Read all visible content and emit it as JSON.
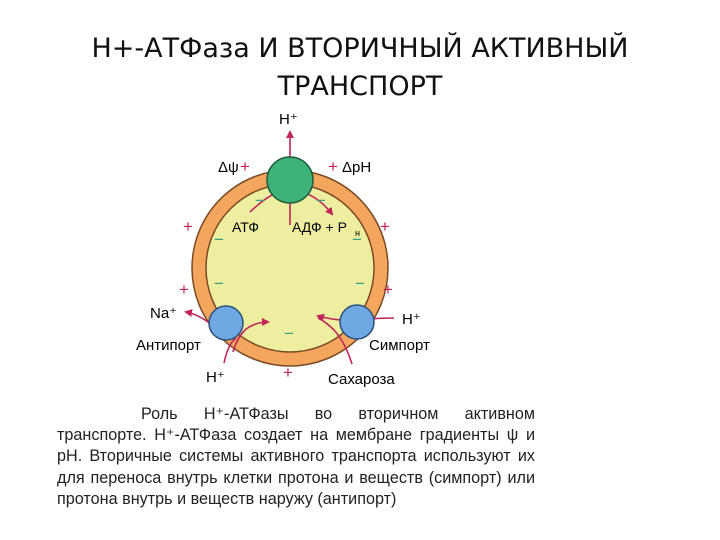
{
  "title": {
    "line1": "H+-АТФаза И ВТОРИЧНЫЙ АКТИВНЫЙ",
    "line2": "ТРАНСПОРТ"
  },
  "diagram": {
    "top_ion": "H⁺",
    "delta_psi": "Δψ",
    "delta_ph": "ΔpH",
    "atp": "АТФ",
    "adp": "АДФ + P",
    "adp_sub": "н",
    "na": "Na⁺",
    "h_right": "H⁺",
    "antiport": "Антипорт",
    "symport": "Симпорт",
    "h_bottom": "H⁺",
    "sucrose": "Сахароза",
    "plus": "+",
    "minus": "−"
  },
  "colors": {
    "cell_fill": "#eeeea0",
    "membrane": "#f4a65f",
    "membrane_edge": "#7a4a26",
    "atpase": "#3fb27a",
    "transporter": "#6fa8e2",
    "arrow": "#c0245a"
  },
  "caption": {
    "text": "Роль H⁺-АТФазы во вторичном активном транспорте. H⁺-АТФаза создает на мембране градиенты ψ и pH. Вторичные системы активного транспорта используют их для переноса внутрь клетки протона и веществ (симпорт) или протона внутрь и веществ наружу (антипорт)"
  }
}
